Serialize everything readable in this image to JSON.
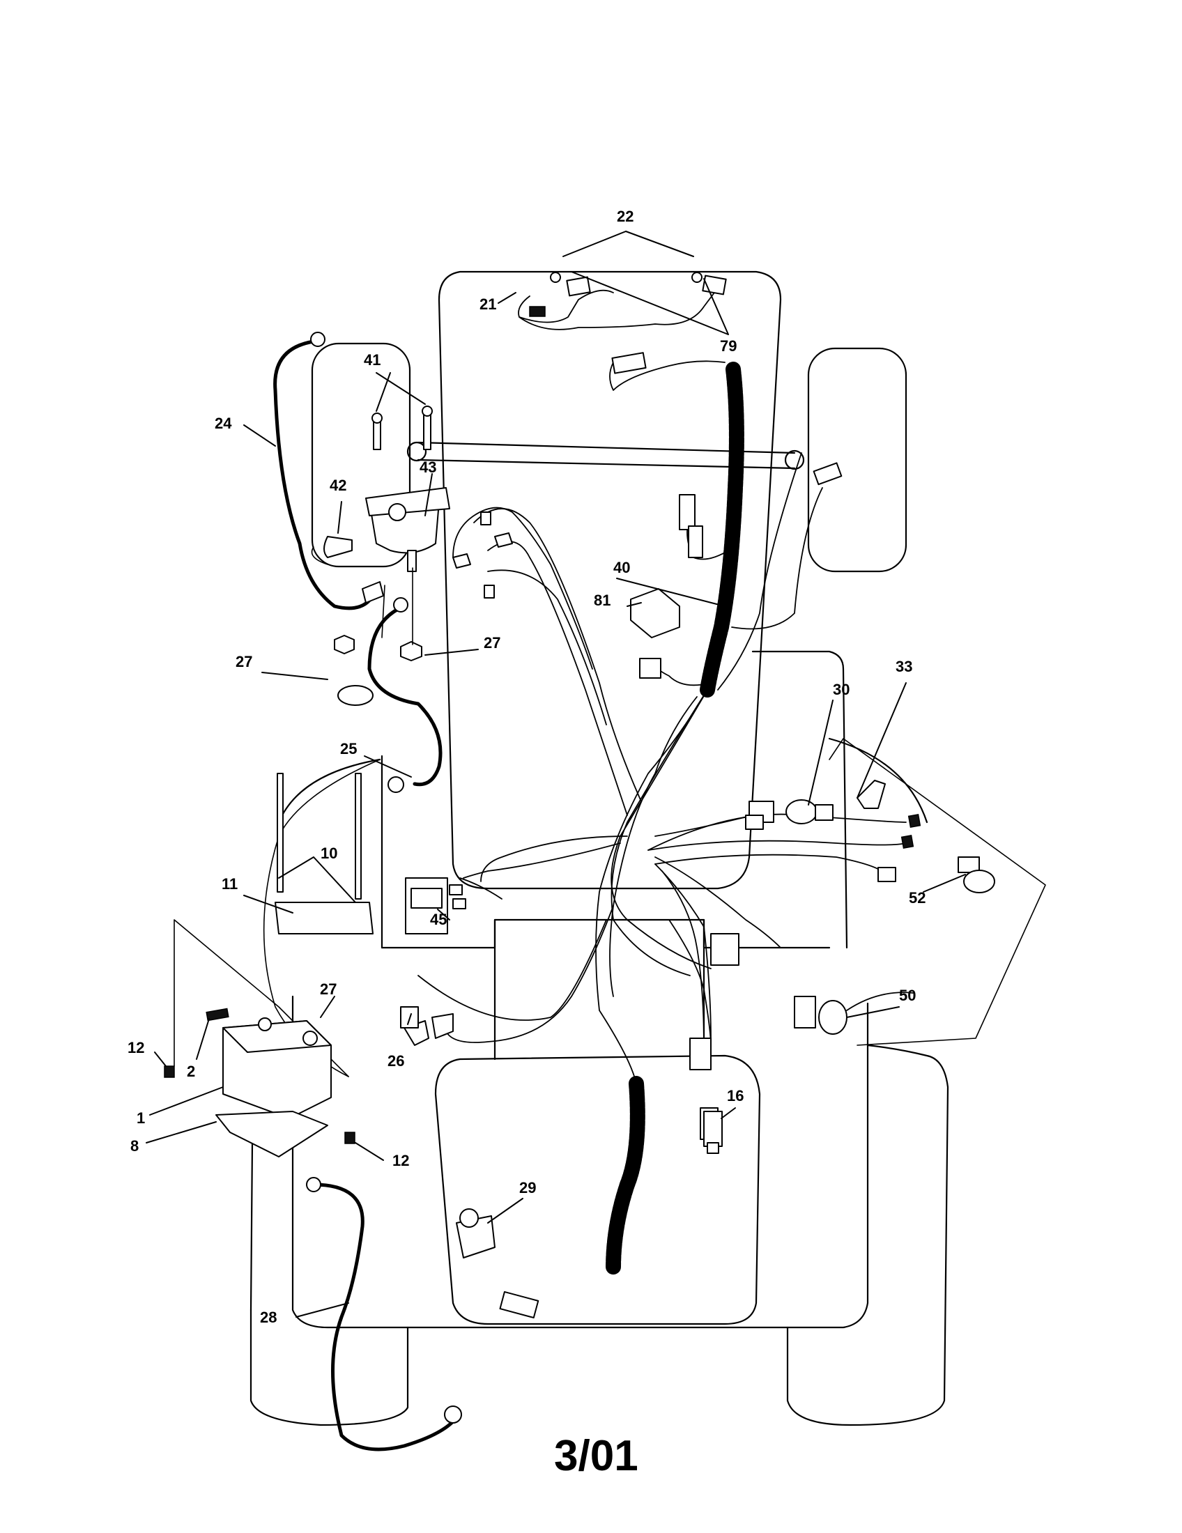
{
  "callouts": {
    "c1": "1",
    "c2": "2",
    "c8": "8",
    "c10": "10",
    "c11": "11",
    "c12a": "12",
    "c12b": "12",
    "c16": "16",
    "c21": "21",
    "c22": "22",
    "c24": "24",
    "c25": "25",
    "c26": "26",
    "c27a": "27",
    "c27b": "27",
    "c27c": "27",
    "c28": "28",
    "c29": "29",
    "c30": "30",
    "c33": "33",
    "c40": "40",
    "c41": "41",
    "c42": "42",
    "c43": "43",
    "c45": "45",
    "c50": "50",
    "c52": "52",
    "c79": "79",
    "c81": "81"
  },
  "footer": {
    "date_code": "3/01"
  }
}
